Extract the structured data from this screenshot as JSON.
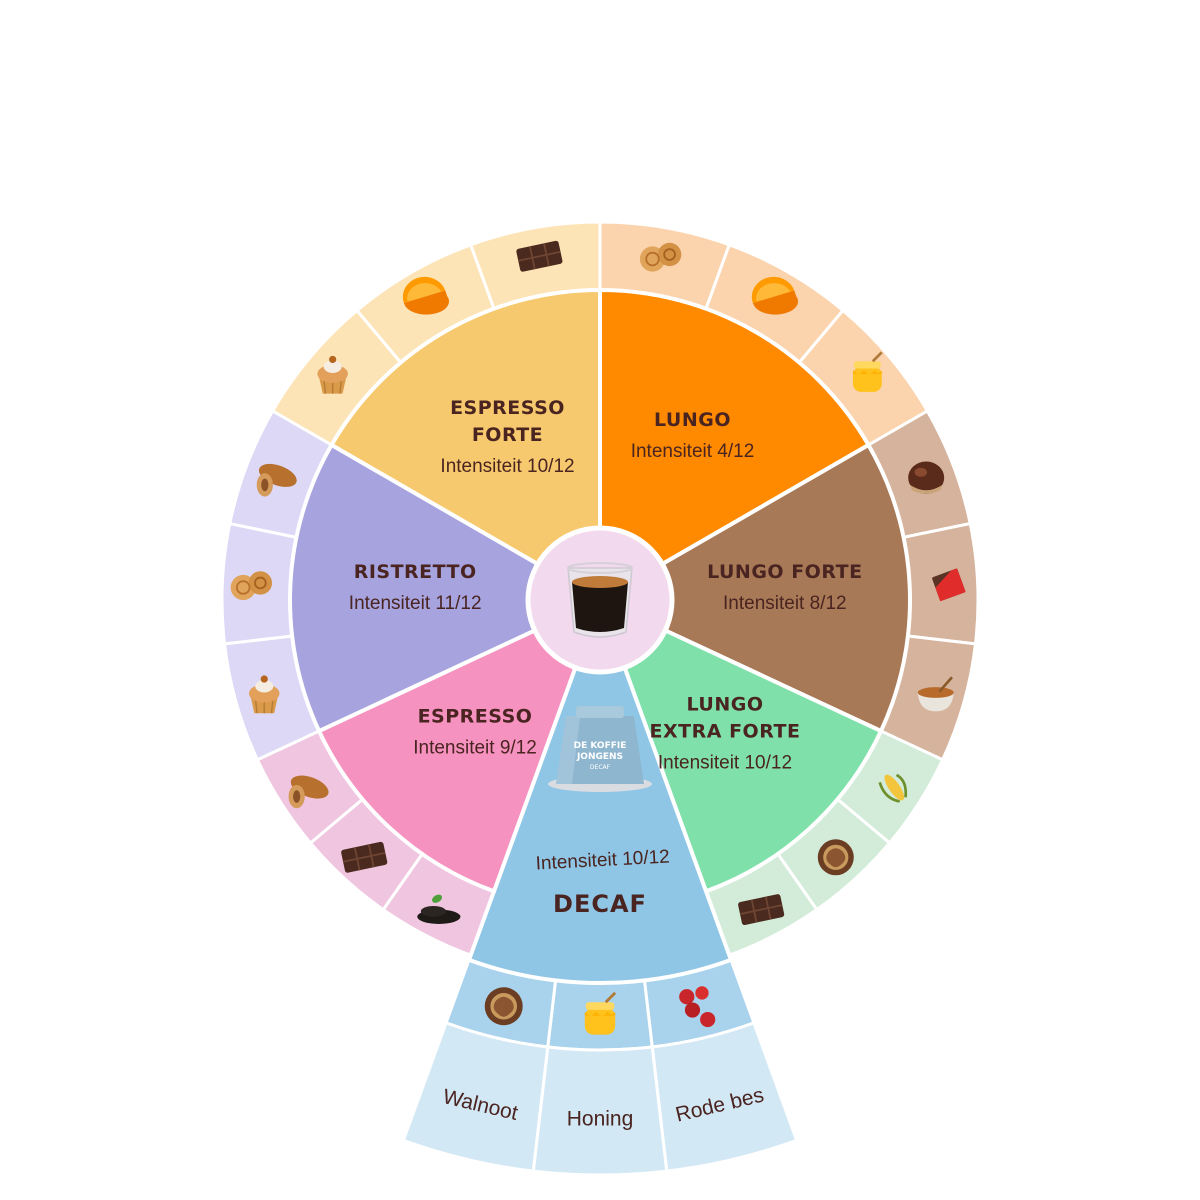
{
  "segments": [
    {
      "key": "espresso-forte",
      "title": [
        "ESPRESSO",
        "FORTE"
      ],
      "intensity": "Intensiteit 10/12",
      "color": "#f7c96e",
      "outer_color": "#fde4b6",
      "notes": [
        "cupcake",
        "orange",
        "chocolate"
      ]
    },
    {
      "key": "lungo",
      "title": [
        "LUNGO"
      ],
      "intensity": "Intensiteit 4/12",
      "color": "#ff8a00",
      "outer_color": "#fbd3ad",
      "notes": [
        "cookies",
        "orange",
        "honey"
      ]
    },
    {
      "key": "lungo-forte",
      "title": [
        "LUNGO FORTE"
      ],
      "intensity": "Intensiteit 8/12",
      "color": "#a87957",
      "outer_color": "#d6b39c",
      "notes": [
        "chestnut",
        "chocolate-bar",
        "caramel-bowl"
      ]
    },
    {
      "key": "lungo-extra-forte",
      "title": [
        "LUNGO",
        "EXTRA FORTE"
      ],
      "intensity": "Intensiteit 10/12",
      "color": "#7fe0a9",
      "outer_color": "#d3ecd9",
      "notes": [
        "corn",
        "walnut",
        "chocolate"
      ]
    },
    {
      "key": "decaf",
      "title": [
        "DECAF"
      ],
      "intensity": "Intensiteit 10/12",
      "color": "#8fc6e6",
      "outer_color": "#a9d3ec",
      "notes": [
        "red-berries",
        "honey",
        "walnut"
      ],
      "note_labels": [
        "Rode bes",
        "Honing",
        "Walnoot"
      ],
      "label_color": "#d3e8f5"
    },
    {
      "key": "espresso",
      "title": [
        "ESPRESSO"
      ],
      "intensity": "Intensiteit 9/12",
      "color": "#f692bf",
      "outer_color": "#f0c5e0",
      "notes": [
        "tea-leaves",
        "chocolate",
        "almond"
      ]
    },
    {
      "key": "ristretto",
      "title": [
        "RISTRETTO"
      ],
      "intensity": "Intensiteit 11/12",
      "color": "#a6a3df",
      "outer_color": "#dcd8f6",
      "notes": [
        "cupcake",
        "cookies",
        "almond"
      ]
    }
  ],
  "center": {
    "color": "#f2d9ee",
    "icon": "coffee-glass-icon"
  },
  "capsule": {
    "brand_lines": [
      "DE KOFFIE",
      "JONGENS"
    ],
    "sub": "DECAF"
  },
  "colors": {
    "text": "#4a2420",
    "divider": "#ffffff"
  }
}
